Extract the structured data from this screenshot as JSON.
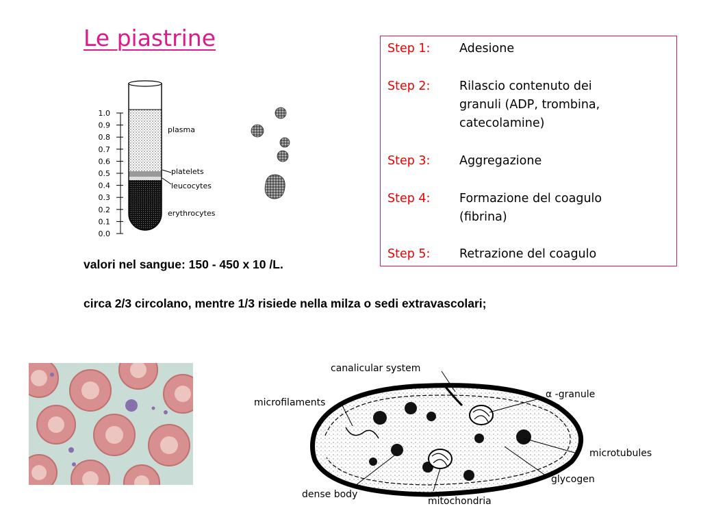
{
  "slide": {
    "title": "Le piastrine",
    "steps": [
      {
        "label": "Step 1:",
        "lines": [
          "Adesione"
        ]
      },
      {
        "label": "Step 2:",
        "lines": [
          "Rilascio contenuto dei",
          "granuli (ADP, trombina,",
          "catecolamine)"
        ]
      },
      {
        "label": "Step 3:",
        "lines": [
          "Aggregazione"
        ]
      },
      {
        "label": "Step 4:",
        "lines": [
          "Formazione del coagulo",
          "(fibrina)"
        ]
      },
      {
        "label": "Step 5:",
        "lines": [
          "Retrazione del coagulo"
        ]
      }
    ],
    "blood_values": "valori nel sangue: 150 - 450 x 10 /L.",
    "circulation": "circa 2/3 circolano, mentre 1/3 risiede nella milza o sedi extravascolari;"
  },
  "tube_figure": {
    "scale": [
      "1.0",
      "0.9",
      "0.8",
      "0.7",
      "0.6",
      "0.5",
      "0.4",
      "0.3",
      "0.2",
      "0.1",
      "0.0"
    ],
    "labels": {
      "plasma": "plasma",
      "platelets": "platelets",
      "leucocytes": "leucocytes",
      "erythrocytes": "erythrocytes"
    }
  },
  "platelet_figure": {
    "labels": {
      "canalicular": "canalicular system",
      "alpha": "α -granule",
      "microfilaments": "microfilaments",
      "microtubules": "microtubules",
      "glycogen": "glycogen",
      "dense_body": "dense body",
      "mitochondria": "mitochondria"
    }
  },
  "colors": {
    "title": "#e0198a",
    "step_label": "#ee0000",
    "box_border": "#cc2255"
  }
}
